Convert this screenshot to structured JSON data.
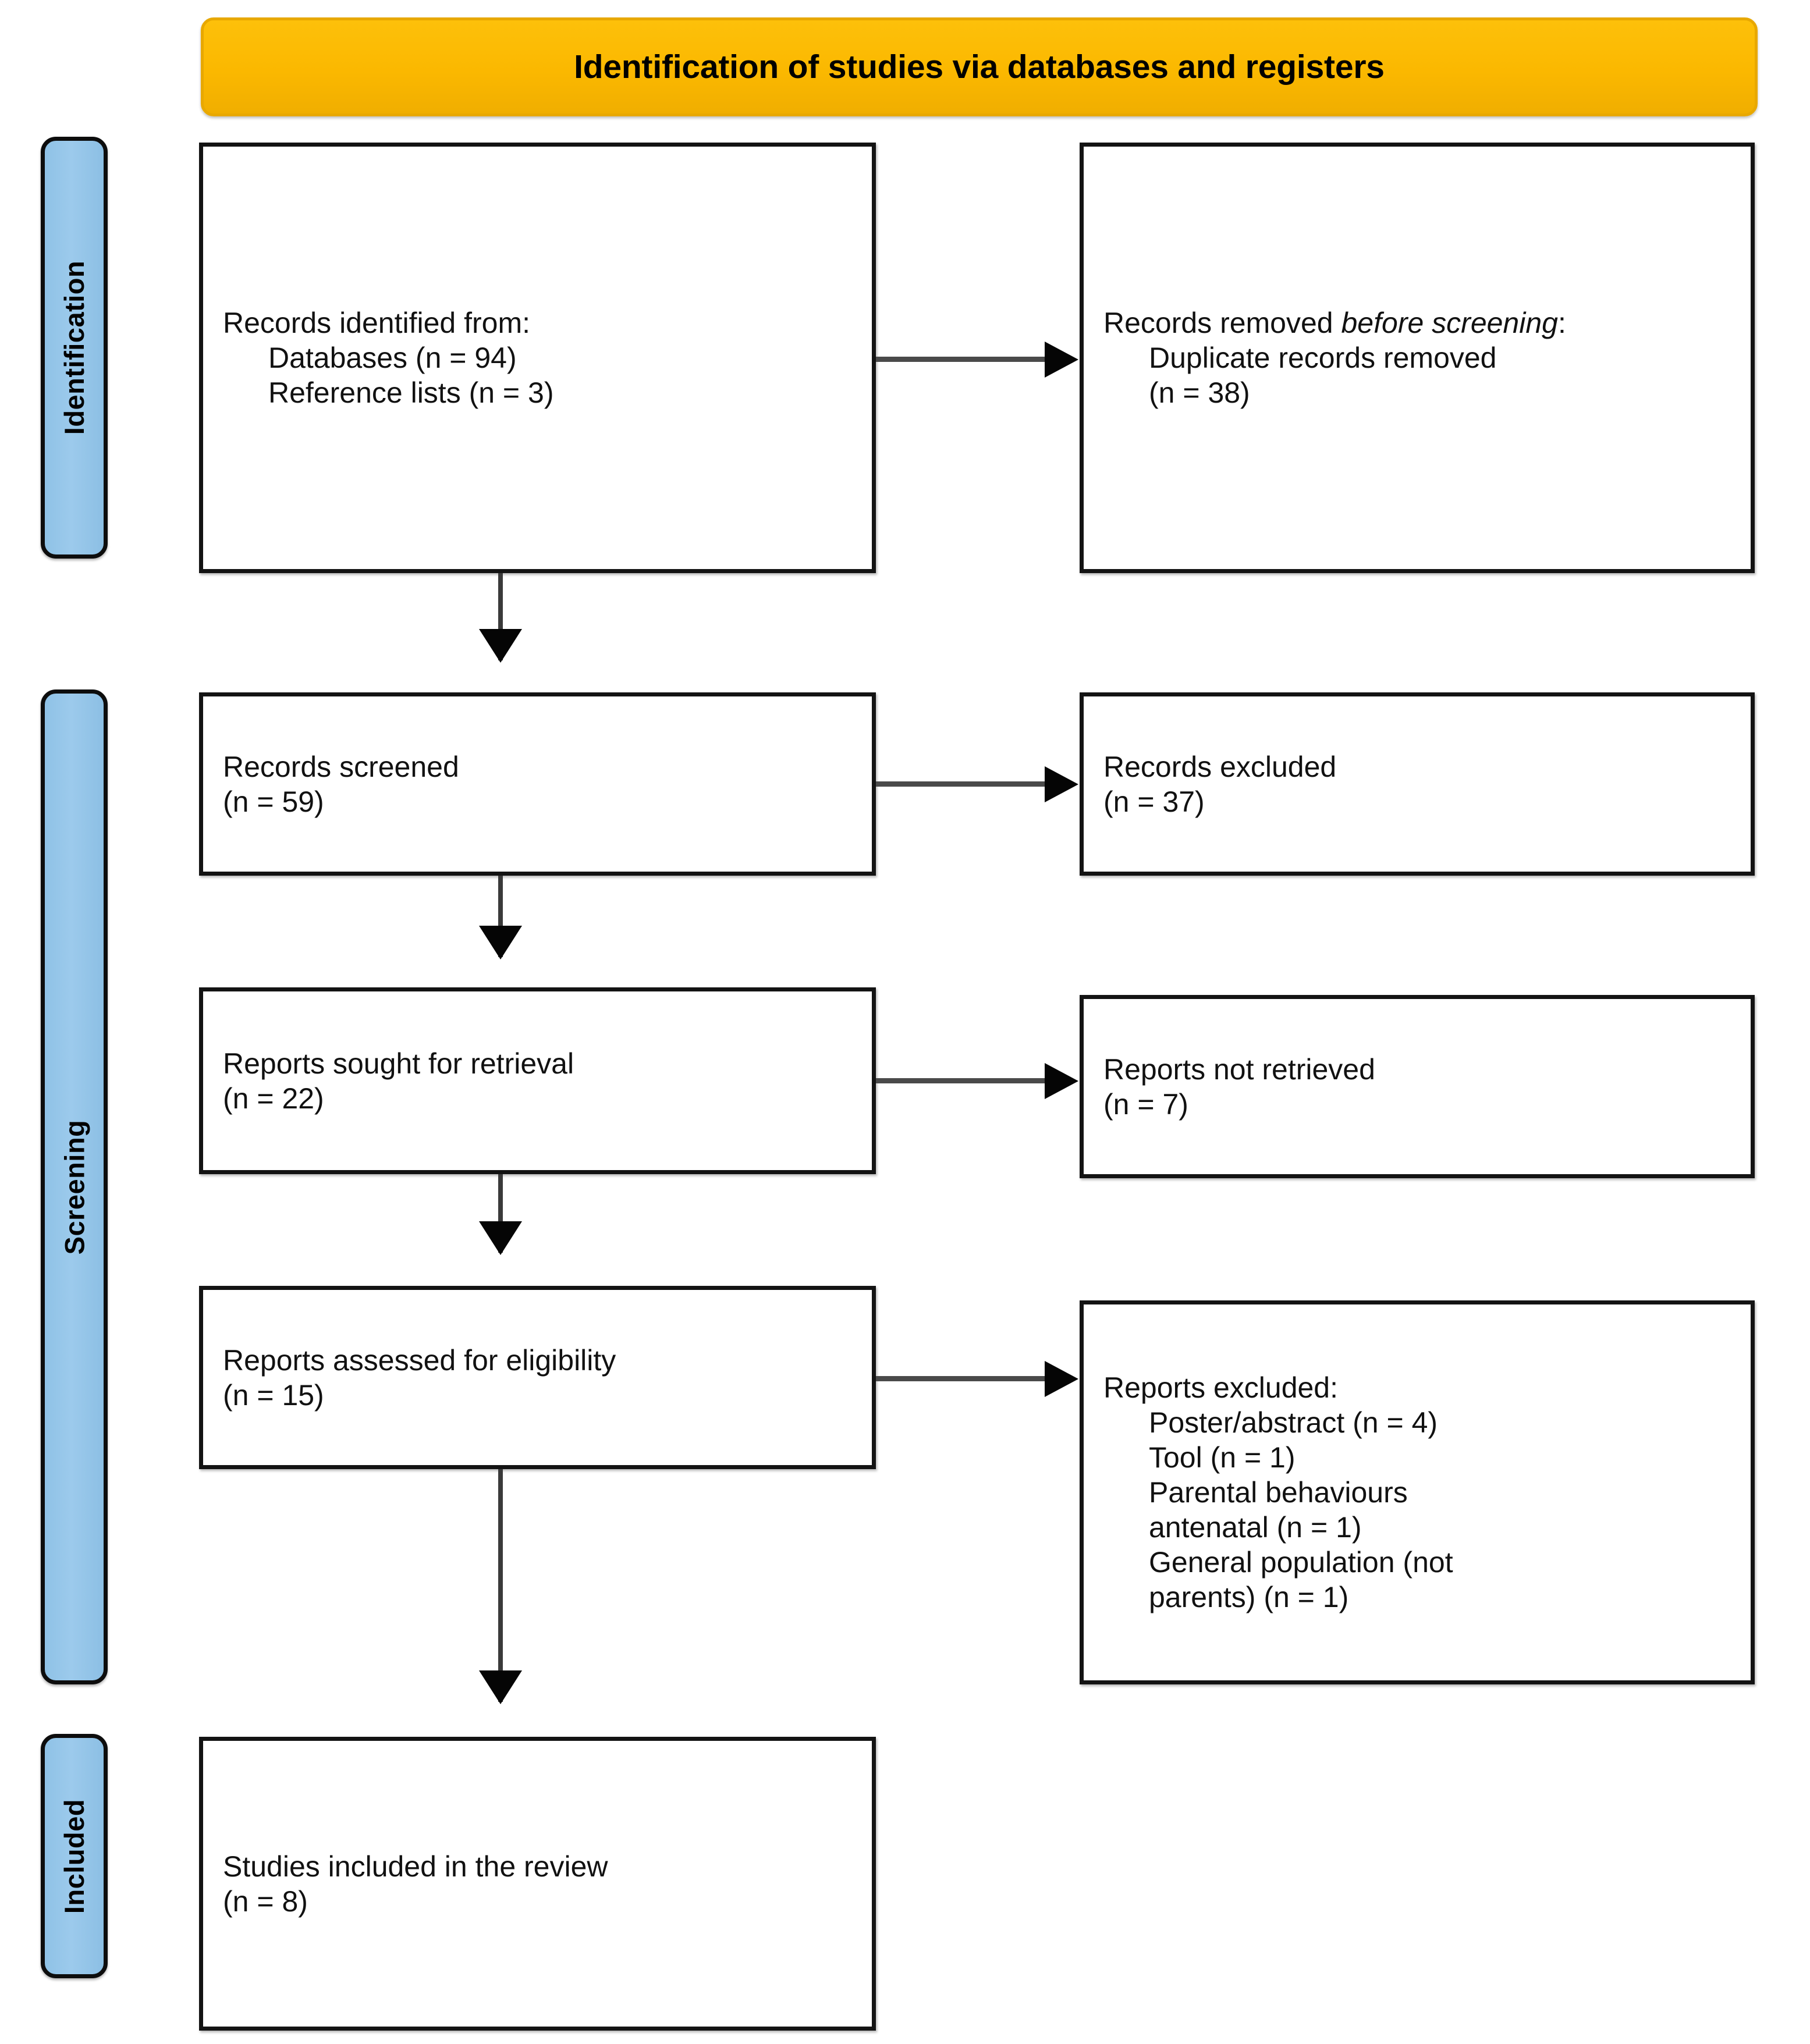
{
  "diagram": {
    "type": "prisma-flow-diagram",
    "banner": {
      "title": "Identification of studies via databases and registers",
      "color": "#FBB800",
      "text_color": "#000000"
    },
    "stage_colors": {
      "pill_fill": "#92C5E8",
      "pill_border": "#0d0d0d"
    },
    "stages": [
      {
        "id": "identification",
        "label": "Identification"
      },
      {
        "id": "screening",
        "label": "Screening"
      },
      {
        "id": "included",
        "label": "Included"
      }
    ],
    "boxes": {
      "identified": {
        "heading": "Records identified from:",
        "items": [
          "Databases (n = 94)",
          "Reference lists (n = 3)"
        ]
      },
      "removed": {
        "heading_pre": "Records removed ",
        "heading_italic": "before screening",
        "heading_post": ":",
        "items": [
          "Duplicate records removed",
          "(n = 38)"
        ]
      },
      "screened": {
        "line1": "Records screened",
        "line2": "(n = 59)"
      },
      "records_excluded": {
        "line1": "Records excluded",
        "line2": "(n = 37)"
      },
      "sought": {
        "line1": "Reports sought for retrieval",
        "line2": "(n = 22)"
      },
      "not_retrieved": {
        "line1": "Reports not retrieved",
        "line2": "(n = 7)"
      },
      "assessed": {
        "line1": "Reports assessed for eligibility",
        "line2": "(n = 15)"
      },
      "reports_excluded": {
        "heading": "Reports excluded:",
        "items": [
          "Poster/abstract (n = 4)",
          "Tool (n = 1)",
          "Parental behaviours\nantenatal (n = 1)",
          "General population (not\nparents) (n = 1)"
        ]
      },
      "included": {
        "line1": "Studies included in the review",
        "line2": "(n = 8)"
      }
    },
    "counts": {
      "databases": 94,
      "reference_lists": 3,
      "duplicates_removed": 38,
      "records_screened": 59,
      "records_excluded": 37,
      "reports_sought": 22,
      "reports_not_retrieved": 7,
      "reports_assessed": 15,
      "excluded_poster_abstract": 4,
      "excluded_tool": 1,
      "excluded_parental_behaviours_antenatal": 1,
      "excluded_general_population": 1,
      "studies_included": 8
    }
  }
}
